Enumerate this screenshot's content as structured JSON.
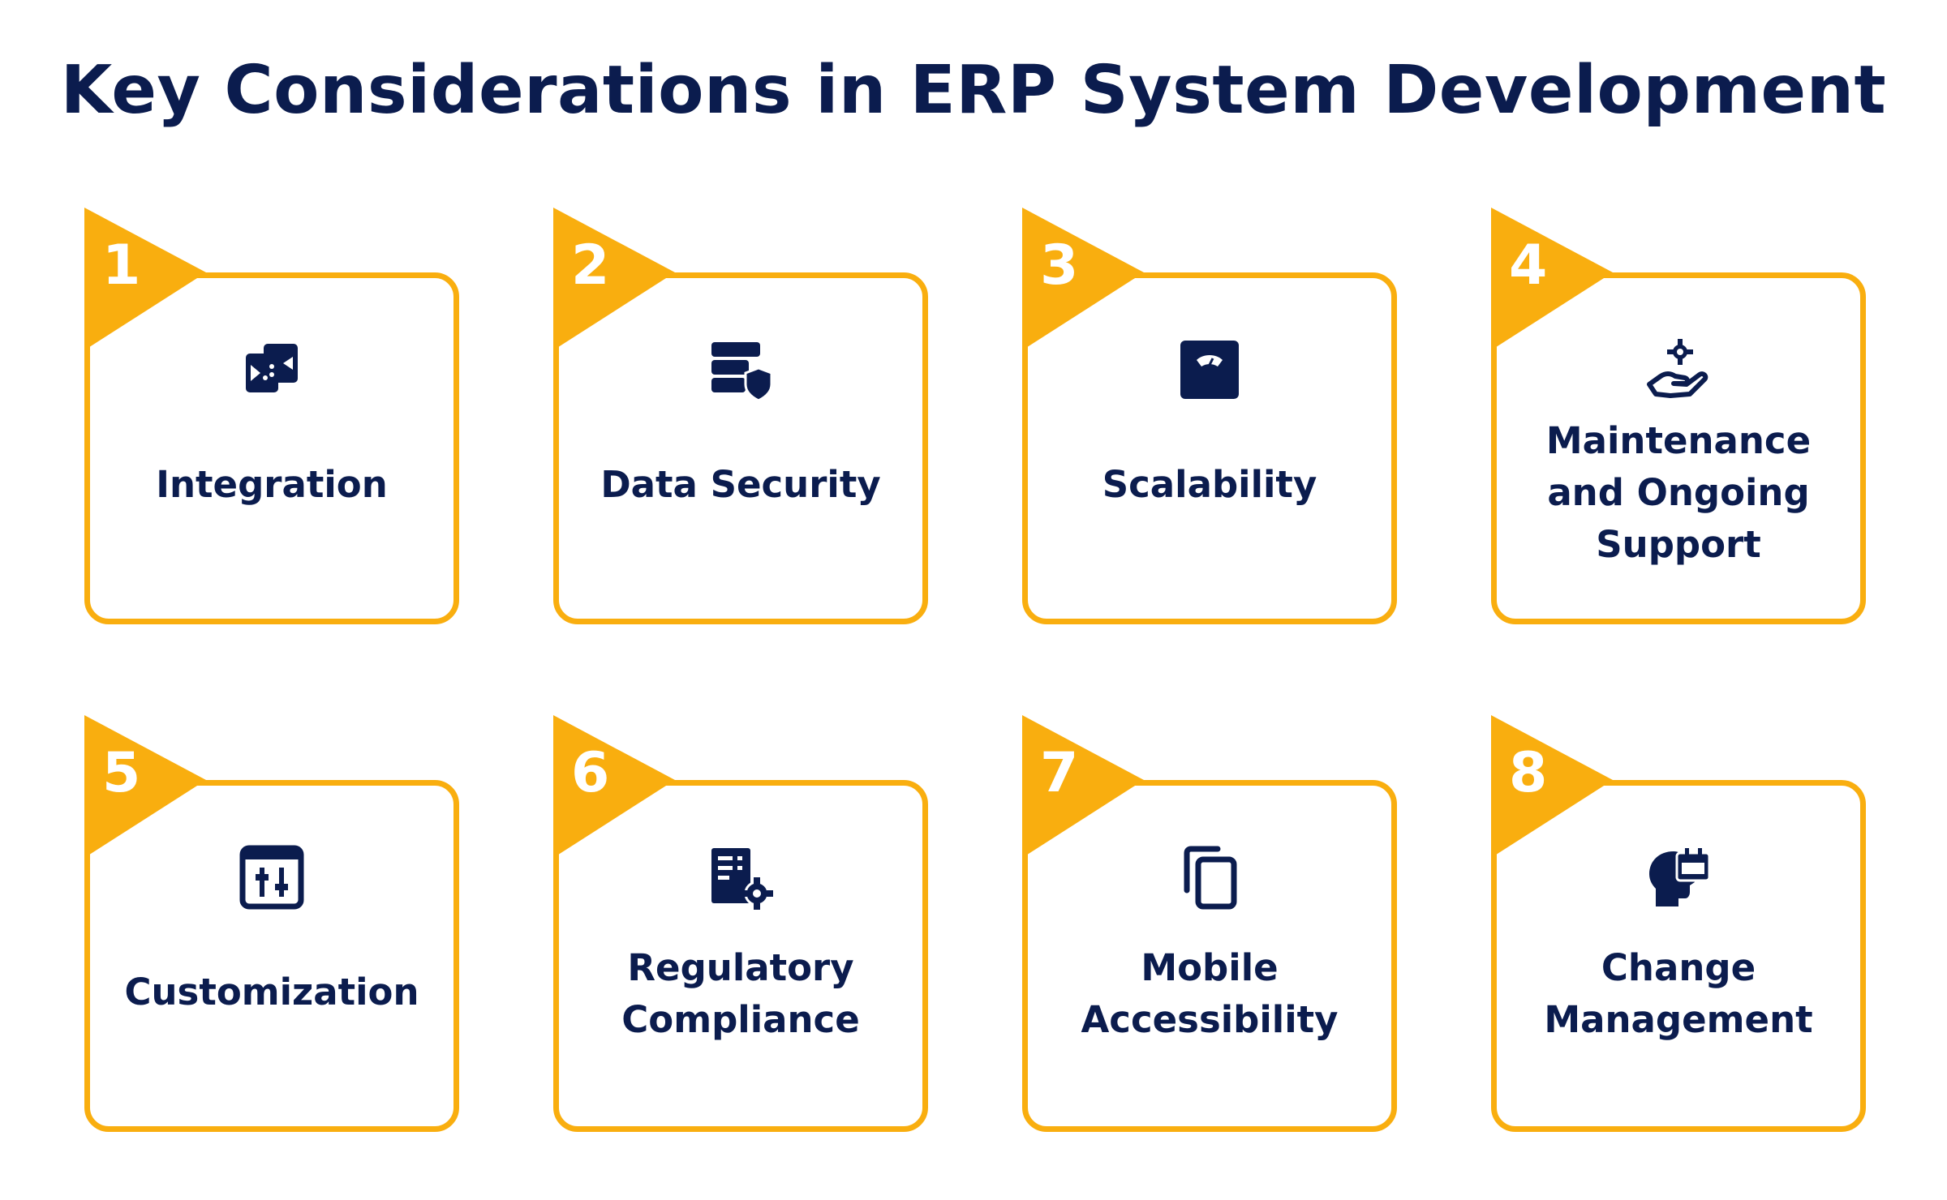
{
  "title": "Key Considerations in ERP System Development",
  "colors": {
    "accent": "#f9ae0f",
    "navy": "#0b1c4e",
    "background": "#ffffff"
  },
  "cards": [
    {
      "number": "1",
      "label": "Integration",
      "icon": "integration-icon"
    },
    {
      "number": "2",
      "label": "Data Security",
      "icon": "database-shield-icon"
    },
    {
      "number": "3",
      "label": "Scalability",
      "icon": "scale-gauge-icon"
    },
    {
      "number": "4",
      "label": "Maintenance and Ongoing Support",
      "icon": "hand-gear-icon"
    },
    {
      "number": "5",
      "label": "Customization",
      "icon": "sliders-icon"
    },
    {
      "number": "6",
      "label": "Regulatory Compliance",
      "icon": "document-gear-icon"
    },
    {
      "number": "7",
      "label": "Mobile Accessibility",
      "icon": "devices-icon"
    },
    {
      "number": "8",
      "label": "Change Management",
      "icon": "head-calendar-icon"
    }
  ]
}
